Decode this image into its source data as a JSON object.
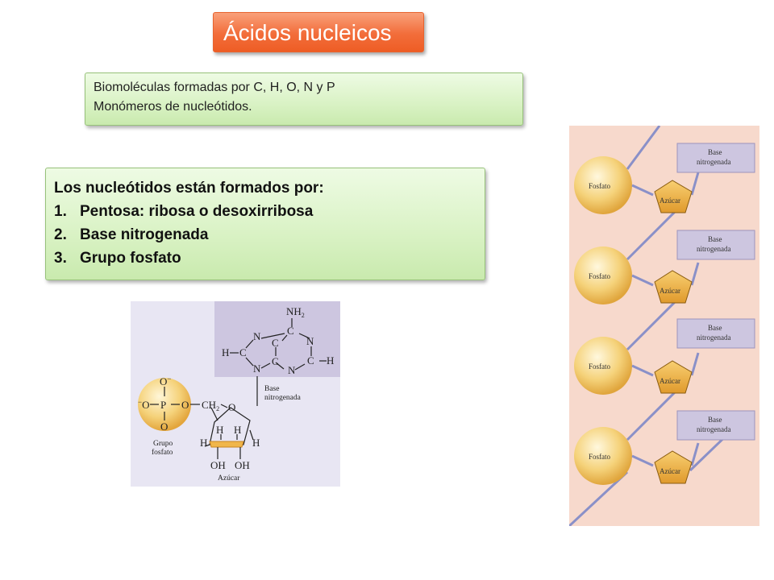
{
  "title": "Ácidos nucleicos",
  "box1": {
    "line1": "Biomoléculas formadas por C, H, O, N y P",
    "line2": "Monómeros de nucleótidos."
  },
  "box2": {
    "heading": "Los nucleótidos están formados por:",
    "items": [
      {
        "num": "1.",
        "label": "Pentosa: ribosa o desoxirribosa"
      },
      {
        "num": "2.",
        "label": "Base nitrogenada"
      },
      {
        "num": "3.",
        "label": "Grupo fosfato"
      }
    ]
  },
  "nucleotide_figure": {
    "base_label_1": "Base",
    "base_label_2": "nitrogenada",
    "phosphate_label_1": "Grupo",
    "phosphate_label_2": "fosfato",
    "sugar_label": "Azúcar",
    "atoms": {
      "nh2": "NH",
      "nh2_sub": "2",
      "ch2": "CH",
      "ch2_sub": "2",
      "o_minus": "O",
      "o_minus_sign": "−",
      "p": "P",
      "o": "O",
      "c": "C",
      "n": "N",
      "h": "H",
      "oh": "OH"
    }
  },
  "chain_figure": {
    "phosphate_label": "Fosfato",
    "sugar_label": "Azúcar",
    "base_label_1": "Base",
    "base_label_2": "nitrogenada"
  },
  "colors": {
    "title_bg": "#f26d3a",
    "green_box": "#d9f2c4",
    "base_box": "#cdc6e0",
    "phosphate_ball": "#f3cf6b",
    "sugar": "#f0b64a",
    "backbone": "#8a90c8",
    "fig2_bg": "#f7d9cc"
  }
}
